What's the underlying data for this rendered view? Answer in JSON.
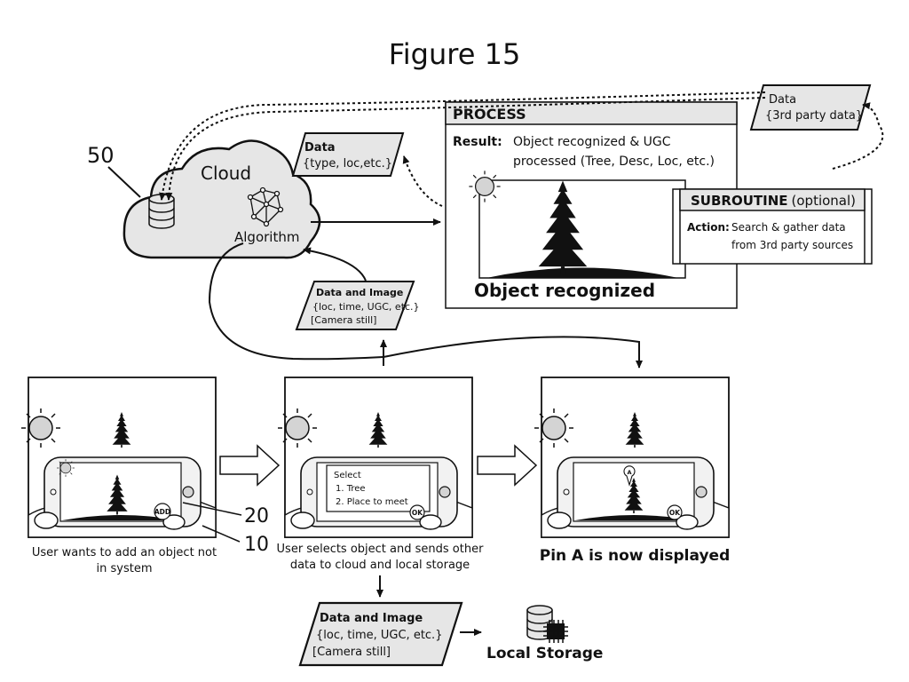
{
  "title": "Figure 15",
  "cloud": {
    "ref": "50",
    "label": "Cloud",
    "algorithm_label": "Algorithm"
  },
  "data_cloud": {
    "heading": "Data",
    "body": "{type, loc,etc.}"
  },
  "data_third_party": {
    "heading": "Data",
    "body": "{3rd party data}"
  },
  "process": {
    "heading": "PROCESS",
    "result_label": "Result:",
    "result_line1": "Object recognized & UGC",
    "result_line2": "processed (Tree, Desc, Loc, etc.)",
    "caption": "Object recognized"
  },
  "subroutine": {
    "heading": "SUBROUTINE",
    "heading_suffix": "(optional)",
    "action_label": "Action:",
    "action_line1": "Search & gather data",
    "action_line2": "from 3rd party sources"
  },
  "data_image_upload": {
    "heading": "Data and Image",
    "line1": "{loc, time, UGC, etc.}",
    "line2": "[Camera still]"
  },
  "panel1": {
    "button": "ADD",
    "ref_phone": "20",
    "ref_hand": "10",
    "caption_line1": "User wants to add an object not",
    "caption_line2": "in system"
  },
  "panel2": {
    "menu_title": "Select",
    "menu_items": [
      "1. Tree",
      "2. Place to meet"
    ],
    "button": "OK",
    "caption_line1": "User selects object and sends other",
    "caption_line2": "data to cloud and local storage"
  },
  "panel3": {
    "pin_label": "A",
    "button": "OK",
    "caption": "Pin A is now displayed"
  },
  "data_image_local": {
    "heading": "Data and Image",
    "line1": "{loc, time, UGC, etc.}",
    "line2": "[Camera still]"
  },
  "local_storage": {
    "label": "Local Storage"
  },
  "colors": {
    "box_fill": "#e6e6e6",
    "cloud_fill": "#e6e6e6",
    "ink": "#111111"
  }
}
